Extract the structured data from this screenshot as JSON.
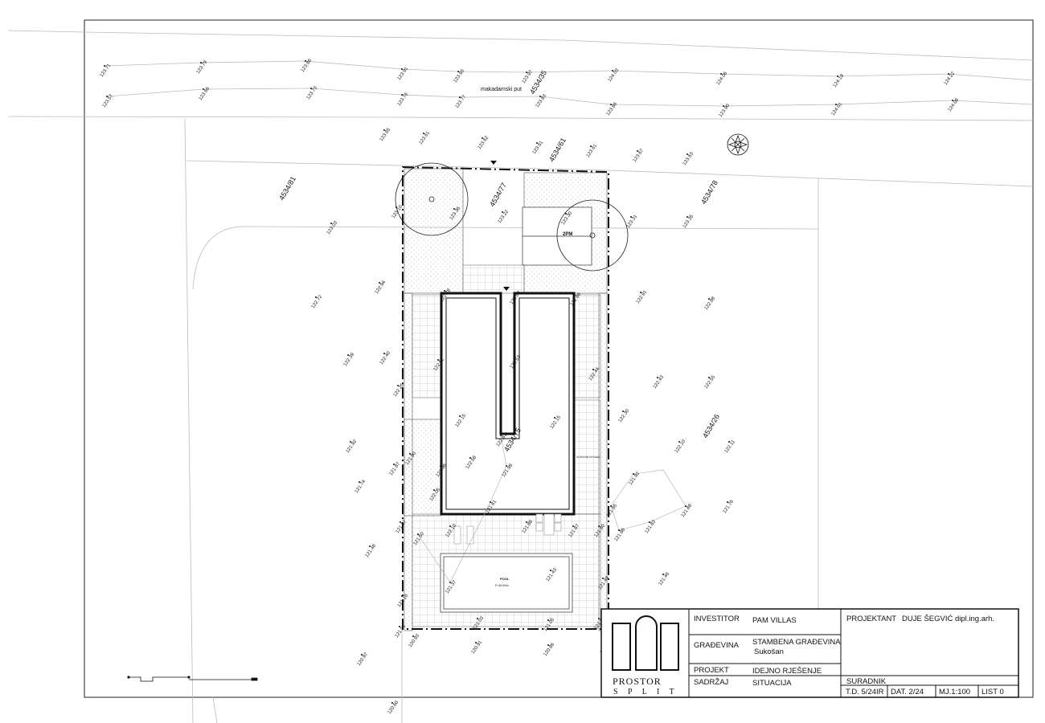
{
  "drawing": {
    "road_label": "makadamski put",
    "parking_label": "2PM",
    "pool_label": "POOL",
    "pool_area": "P=45,00m²",
    "kitchen_label": "OUTDOOR KITCHEN",
    "parcels": [
      "4534/35",
      "4534/61",
      "4534/81",
      "4534/77",
      "4534/78",
      "4534/75",
      "4534/26"
    ],
    "elevations": [
      "123.71",
      "123.79",
      "123.86",
      "123.91",
      "123.93",
      "123.97",
      "124.03",
      "124.06",
      "124.19",
      "124.22",
      "123.57",
      "123.66",
      "123.73",
      "123.76",
      "123.77",
      "123.83",
      "123.86",
      "123.90",
      "124.01",
      "124.08",
      "123.65",
      "123.61",
      "123.62",
      "123.61",
      "123.61",
      "123.67",
      "123.63",
      "123.10",
      "123.36",
      "123.22",
      "123.30",
      "123.31",
      "123.35",
      "123.03",
      "122.94",
      "122.72",
      "122.78",
      "122.80",
      "122.86",
      "122.91",
      "122.88",
      "122.39",
      "122.40",
      "122.52",
      "122.53",
      "122.44",
      "122.43",
      "122.55",
      "122.25",
      "122.15",
      "122.30",
      "122.15",
      "121.92",
      "121.87",
      "121.90",
      "122.81",
      "122.58",
      "121.98",
      "121.99",
      "122.10",
      "122.11",
      "121.74",
      "122.05",
      "121.81",
      "121.88",
      "121.76",
      "121.92",
      "121.87",
      "121.50",
      "122.10",
      "121.88",
      "121.87",
      "121.80",
      "121.86",
      "121.83",
      "121.85",
      "121.48",
      "121.37",
      "121.43",
      "121.49",
      "121.46",
      "121.16",
      "121.03",
      "121.05",
      "121.07",
      "121.01",
      "120.93",
      "120.91",
      "120.86",
      "120.96",
      "120.97",
      "120.60"
    ]
  },
  "title_block": {
    "logo": {
      "line1": "PROSTOR",
      "line2": "S P L I T"
    },
    "investitor_label": "INVESTITOR",
    "investitor_value": "PAM VILLAS",
    "gradevina_label": "GRAĐEVINA",
    "gradevina_value1": "STAMBENA GRAĐEVINA",
    "gradevina_value2": "Sukošan",
    "projekt_label": "PROJEKT",
    "projekt_value": "IDEJNO RJEŠENJE",
    "sadrzaj_label": "SADRŽAJ",
    "sadrzaj_value": "SITUACIJA",
    "projektant_label": "PROJEKTANT",
    "projektant_value": "DUJE ŠEGVIĆ dipl.ing.arh.",
    "suradnik_label": "SURADNIK",
    "td": "T.D.  5/24IR",
    "dat": "DAT.  2/24",
    "scale": "MJ.1:100",
    "list": "LIST  0"
  },
  "colors": {
    "line": "#111111",
    "thin": "#bdbdbd",
    "grid": "#c8c8c8"
  }
}
